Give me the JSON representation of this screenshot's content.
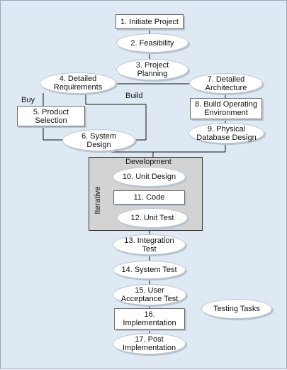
{
  "nodes": {
    "n1": "1. Initiate Project",
    "n2": "2. Feasibility",
    "n3": "3. Project\nPlanning",
    "n4": "4. Detailed\nRequirements",
    "n5": "5. Product\nSelection",
    "n6": "6. System\nDesign",
    "n7": "7. Detailed\nArchitecture",
    "n8": "8. Build Operating\nEnvironment",
    "n9": "9. Physical\nDatabase Design",
    "n10": "10. Unit Design",
    "n11": "11. Code",
    "n12": "12. Unit Test",
    "n13": "13. Integration\nTest",
    "n14": "14. System Test",
    "n15": "15. User\nAcceptance Test",
    "n16": "16.\nImplementation",
    "n17": "17. Post\nImplementation"
  },
  "labels": {
    "buy": "Buy",
    "build": "Build",
    "development": "Development",
    "iterative": "Iterative",
    "testing_tasks": "Testing Tasks"
  }
}
